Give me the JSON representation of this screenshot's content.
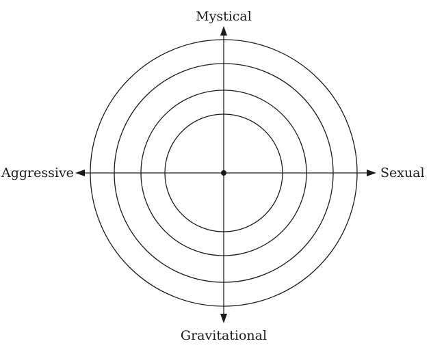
{
  "labels": {
    "top": "Mystical",
    "bottom": "Gravitational",
    "left": "Aggressive",
    "right": "Sexual"
  },
  "rings": 4,
  "colors": {
    "ink": "#1a1a1a",
    "background": "#ffffff"
  }
}
